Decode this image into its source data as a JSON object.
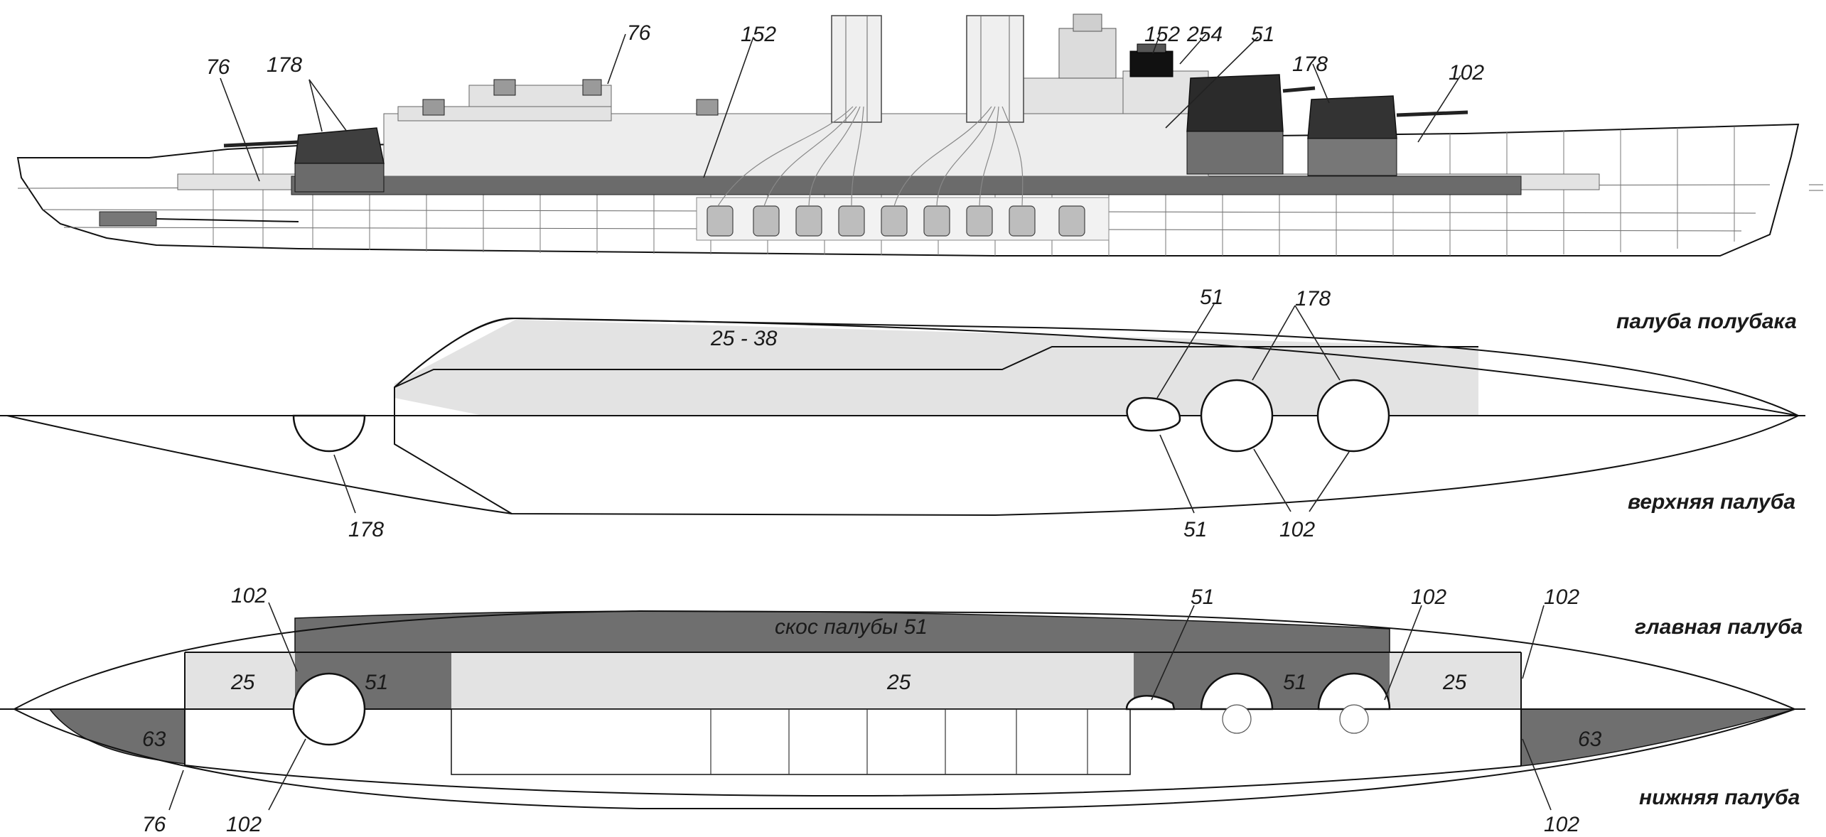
{
  "colors": {
    "light_armor": "#e3e3e3",
    "mid_armor": "#9c9c9c",
    "dark_armor": "#555555",
    "black_armor": "#1c1c1c",
    "outline": "#111111"
  },
  "profile": {
    "labels": {
      "l76a": "76",
      "l178": "178",
      "l76b": "76",
      "l152a": "152",
      "l152b": "152",
      "l254": "254",
      "l51": "51",
      "l178b": "178",
      "l102": "102"
    }
  },
  "upper_deck_plan": {
    "deck_names": {
      "forecastle": "палуба полубака",
      "upper": "верхняя палуба"
    },
    "labels": {
      "thickness": "25 - 38",
      "l51_top": "51",
      "l178_top": "178",
      "l178_bottom": "178",
      "l51_bottom": "51",
      "l102_bottom": "102"
    }
  },
  "main_deck_plan": {
    "deck_names": {
      "main": "главная палуба",
      "lower": "нижняя палуба"
    },
    "labels": {
      "slope": "скос палубы 51",
      "l102_tl": "102",
      "l51_tc": "51",
      "l102_tr": "102",
      "l102_far": "102",
      "f25_left": "25",
      "f51_left": "51",
      "f25_center": "25",
      "f51_right": "51",
      "f25_right": "25",
      "f63_left": "63",
      "f63_right": "63",
      "l76_bottom": "76",
      "l102_bl": "102",
      "l102_br": "102"
    }
  }
}
